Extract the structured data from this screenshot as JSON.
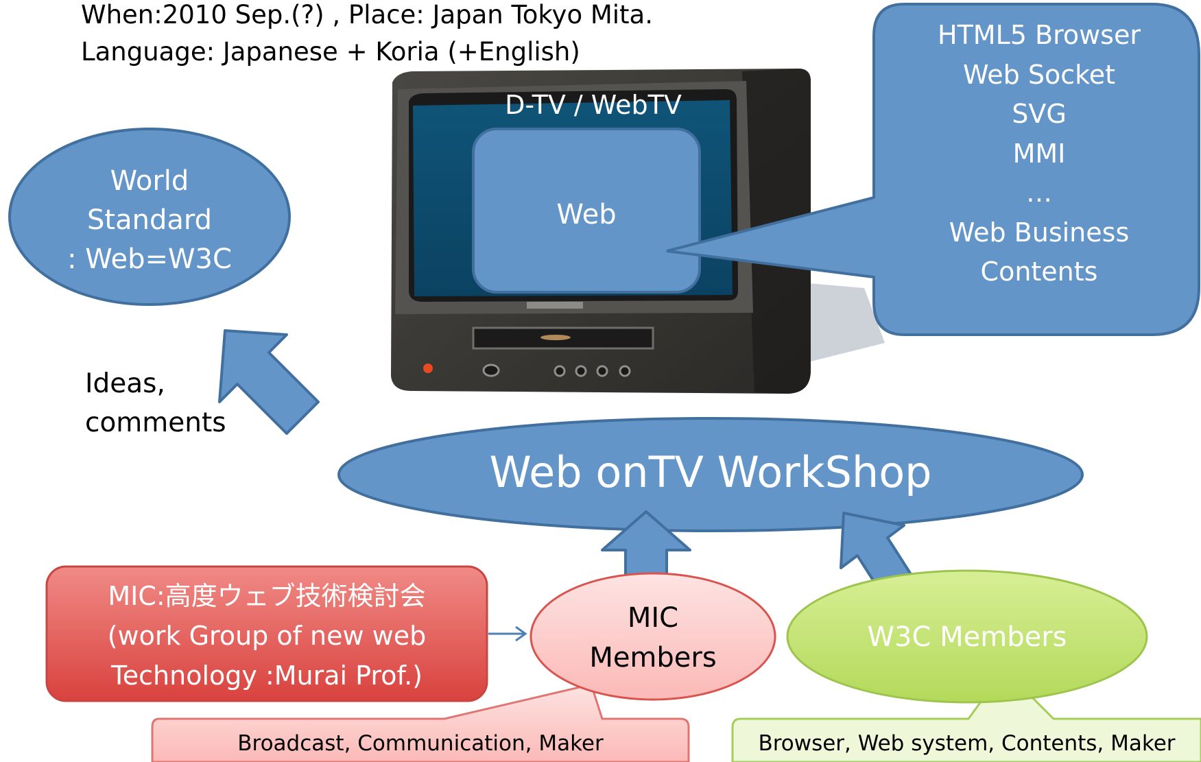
{
  "header": {
    "when_place": "When:2010 Sep.(?) , Place: Japan Tokyo Mita.",
    "language": "Language: Japanese + Koria (+English)"
  },
  "tv": {
    "title": "D-TV / WebTV",
    "screen_label": "Web"
  },
  "world_standard": {
    "lines": [
      "World",
      "Standard",
      ": Web=W3C"
    ]
  },
  "tech_callout": {
    "lines": [
      "HTML5 Browser",
      "Web Socket",
      "SVG",
      "MMI",
      "…",
      "Web Business",
      "Contents"
    ]
  },
  "ideas_label": {
    "lines": [
      "Ideas,",
      "comments"
    ]
  },
  "workshop": {
    "title": "Web onTV WorkShop"
  },
  "mic_group": {
    "lines": [
      "MIC:高度ウェブ技術検討会",
      "(work Group of new web",
      "Technology  :Murai Prof.)"
    ]
  },
  "mic_members": {
    "lines": [
      "MIC",
      "Members"
    ],
    "note": "Broadcast, Communication, Maker"
  },
  "w3c_members": {
    "label": "W3C Members",
    "note": "Browser, Web system, Contents, Maker"
  },
  "colors": {
    "blue_fill": "#6495c9",
    "blue_stroke": "#41709f",
    "red_fill": "#e05a55",
    "pink_fill": "#fcc8c6",
    "green_fill": "#c3e36e",
    "green_note": "#eef7d8"
  }
}
